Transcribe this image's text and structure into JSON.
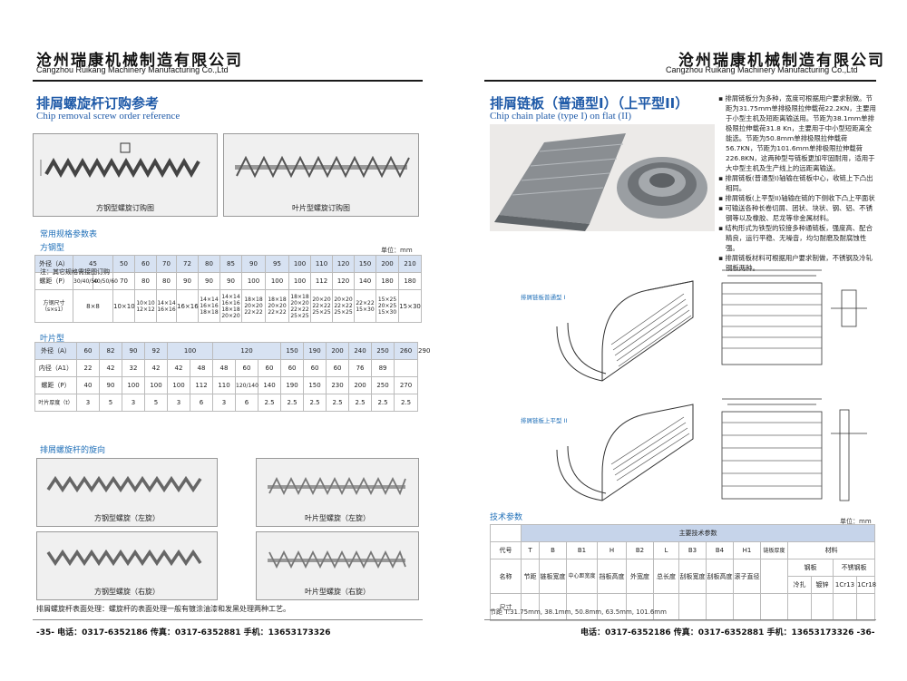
{
  "left": {
    "company_cn": "沧州瑞康机械制造有限公司",
    "company_en": "Cangzhou Ruikang Machinery Manufacturing Co.,Ltd",
    "title_cn": "排屑螺旋杆订购参考",
    "title_en": "Chip removal screw order reference",
    "top_panels": [
      "方钢型螺旋订购图",
      "叶片型螺旋订购图"
    ],
    "spec_heading": "常用规格参数表",
    "square_heading": "方钢型",
    "unit": "单位：mm",
    "note": "注：其它规格需接图订购",
    "square_table": {
      "row_od_label": "外径（A）",
      "od": [
        "45",
        "50",
        "60",
        "70",
        "72",
        "80",
        "85",
        "90",
        "95",
        "100",
        "110",
        "120",
        "150",
        "200",
        "210"
      ],
      "row_pitch_label": "螺距（P）",
      "pitch": [
        "30/40/50",
        "40/50/60",
        "70",
        "80",
        "80",
        "90",
        "90",
        "90",
        "100",
        "100",
        "100",
        "112",
        "120",
        "140",
        "180",
        "180"
      ],
      "row_size_label": "方钢尺寸（s×s1）",
      "size": [
        "8×8",
        "10×10",
        "10×10 12×12",
        "14×14 16×16",
        "16×16",
        "14×14 16×16 18×18",
        "14×14 16×16 18×18 20×20",
        "18×18 20×20 22×22",
        "18×18 20×20 22×22",
        "18×18 20×20 22×22 25×25",
        "20×20 22×22 25×25",
        "20×20 22×22 25×25",
        "22×22 15×30",
        "15×25 20×25 15×30",
        "15×30"
      ]
    },
    "blade_heading": "叶片型",
    "blade_table": {
      "row_od_label": "外径（A）",
      "od": [
        "60",
        "82",
        "90",
        "92",
        "100",
        "120",
        "150",
        "190",
        "200",
        "240",
        "250",
        "260",
        "290"
      ],
      "row_id_label": "内径（A1）",
      "id": [
        "22",
        "42",
        "32",
        "42",
        "42",
        "48",
        "48",
        "60",
        "60",
        "60",
        "60",
        "60",
        "76",
        "89"
      ],
      "row_pitch_label": "螺距（P）",
      "pitch": [
        "40",
        "90",
        "100",
        "100",
        "100",
        "112",
        "110",
        "120/140",
        "140",
        "190",
        "150",
        "230",
        "200",
        "250",
        "270"
      ],
      "row_thick_label": "叶片厚度（t）",
      "thick": [
        "3",
        "5",
        "3",
        "5",
        "3",
        "6",
        "3",
        "6",
        "2.5",
        "2.5",
        "2.5",
        "2.5",
        "2.5",
        "2.5",
        "2.5"
      ]
    },
    "rotation_heading": "排屑螺旋杆的旋向",
    "rotation_panels": [
      "方钢型螺旋（左旋）",
      "叶片型螺旋（左旋）",
      "方钢型螺旋（右旋）",
      "叶片型螺旋（右旋）"
    ],
    "bottom_note": "排屑螺旋杆表面处理：螺旋杆的表面处理一般有镀涂油漆和发黑处理两种工艺。",
    "footer": "-35-   电话：0317-6352186   传真：0317-6352881   手机：13653173326"
  },
  "right": {
    "company_cn": "沧州瑞康机械制造有限公司",
    "company_en": "Cangzhou Ruikang Machinery Manufacturing Co.,Ltd",
    "title_cn": "排屑链板（普通型I）（上平型II）",
    "title_en": "Chip chain plate (type I) on flat (II)",
    "bullets": [
      "排屑链板分为多种，宽度可根据用户要求制做。节距为31.75mm单排极限拉伸载荷22.2KN，主要用于小型主机及短距离输送用。节距为38.1mm单排极限拉伸载荷31.8 Kn，主要用于中小型短距离全能选。节距为50.8mm单排极限拉伸载荷56.7KN，节距为101.6mm单排极限拉伸载荷226.8KN，这两种型号链板更加牢固耐用，适用于大中型主机及生产线上的远距离输送。",
      "排屑链板(普通型I)轴输在链板中心，收链上下凸出相同。",
      "排屑链板(上平型II)轴输在链的下侧收下凸上平面状",
      "可输送各种长卷切屑、团状、块状、钢、铝、不锈钢等以及橡胶、尼龙等非金属材料。",
      "结构形式为铁型的铰接多种通链板，强度高、配合精良，运行平稳、无噪音，均匀耐磨及耐腐蚀性强。",
      "排屑链板材料可根据用户要求制做，不锈钢及冷轧钢板两种。"
    ],
    "drawing_label_1": "排屑链板普通型 I",
    "drawing_label_2": "排屑链板上平型 II",
    "tech_heading": "技术参数",
    "unit": "单位：mm",
    "tech_table": {
      "main_header": "主要技术参数",
      "row_code": [
        "代号",
        "T",
        "B",
        "B1",
        "H",
        "B2",
        "L",
        "B3",
        "B4",
        "H1",
        "链板厚度"
      ],
      "row_name": [
        "名称",
        "节距",
        "链板宽度",
        "中心距宽度",
        "挡板高度",
        "外宽度",
        "总长度",
        "刮板宽度",
        "刮板高度",
        "滚子直径"
      ],
      "material_header": "材料",
      "material_sub": [
        "钢板",
        "不锈钢板"
      ],
      "material_vals": [
        "冷扎",
        "镀锌",
        "1Cr13",
        "1Cr18"
      ],
      "row_size": "尺寸"
    },
    "pitch_note": "节距 T:31.75mm, 38.1mm, 50.8mm, 63.5mm, 101.6mm",
    "footer": "电话：0317-6352186   传真：0317-6352881   手机：13653173326   -36-"
  }
}
